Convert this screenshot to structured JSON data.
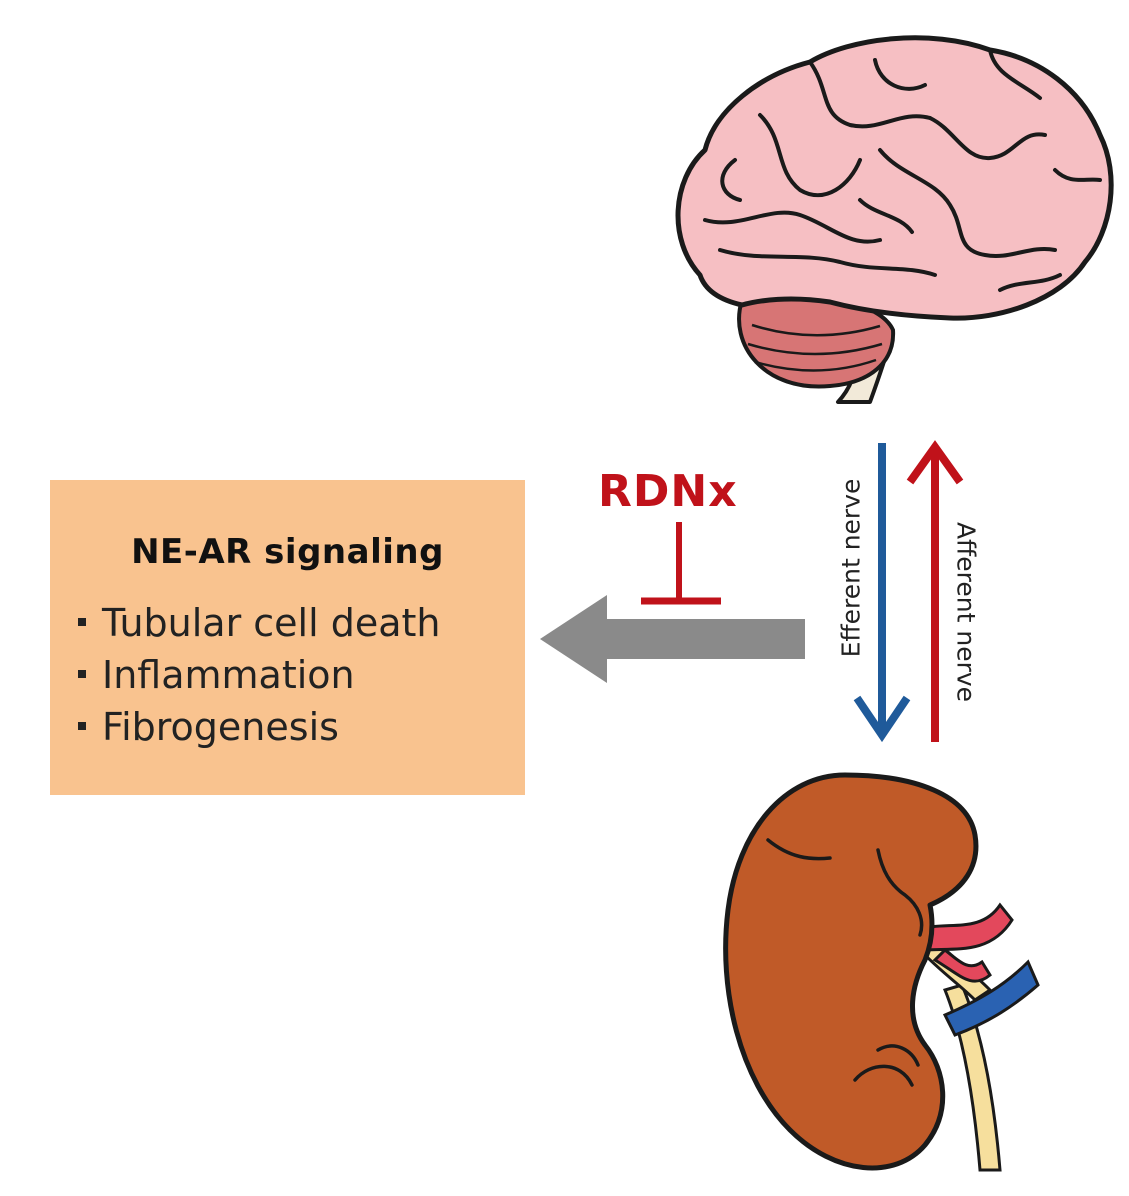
{
  "box": {
    "title": "NE-AR signaling",
    "items": [
      "Tubular cell death",
      "Inflammation",
      "Fibrogenesis"
    ]
  },
  "inhibitor": {
    "label": "RDNx"
  },
  "nerves": {
    "efferent": "Efferent nerve",
    "afferent": "Afferent nerve"
  },
  "colors": {
    "box_fill": "#f9c38f",
    "inhibitor_red": "#c0121a",
    "efferent_blue": "#1f5a9a",
    "afferent_red": "#c0121a",
    "signal_arrow_gray": "#8a8a8a",
    "brain_pink": "#f3b9bd",
    "kidney_brown": "#c05a28"
  },
  "icons": [
    "brain-icon",
    "kidney-icon",
    "down-arrow",
    "up-arrow",
    "left-arrow",
    "inhibition-bar"
  ]
}
